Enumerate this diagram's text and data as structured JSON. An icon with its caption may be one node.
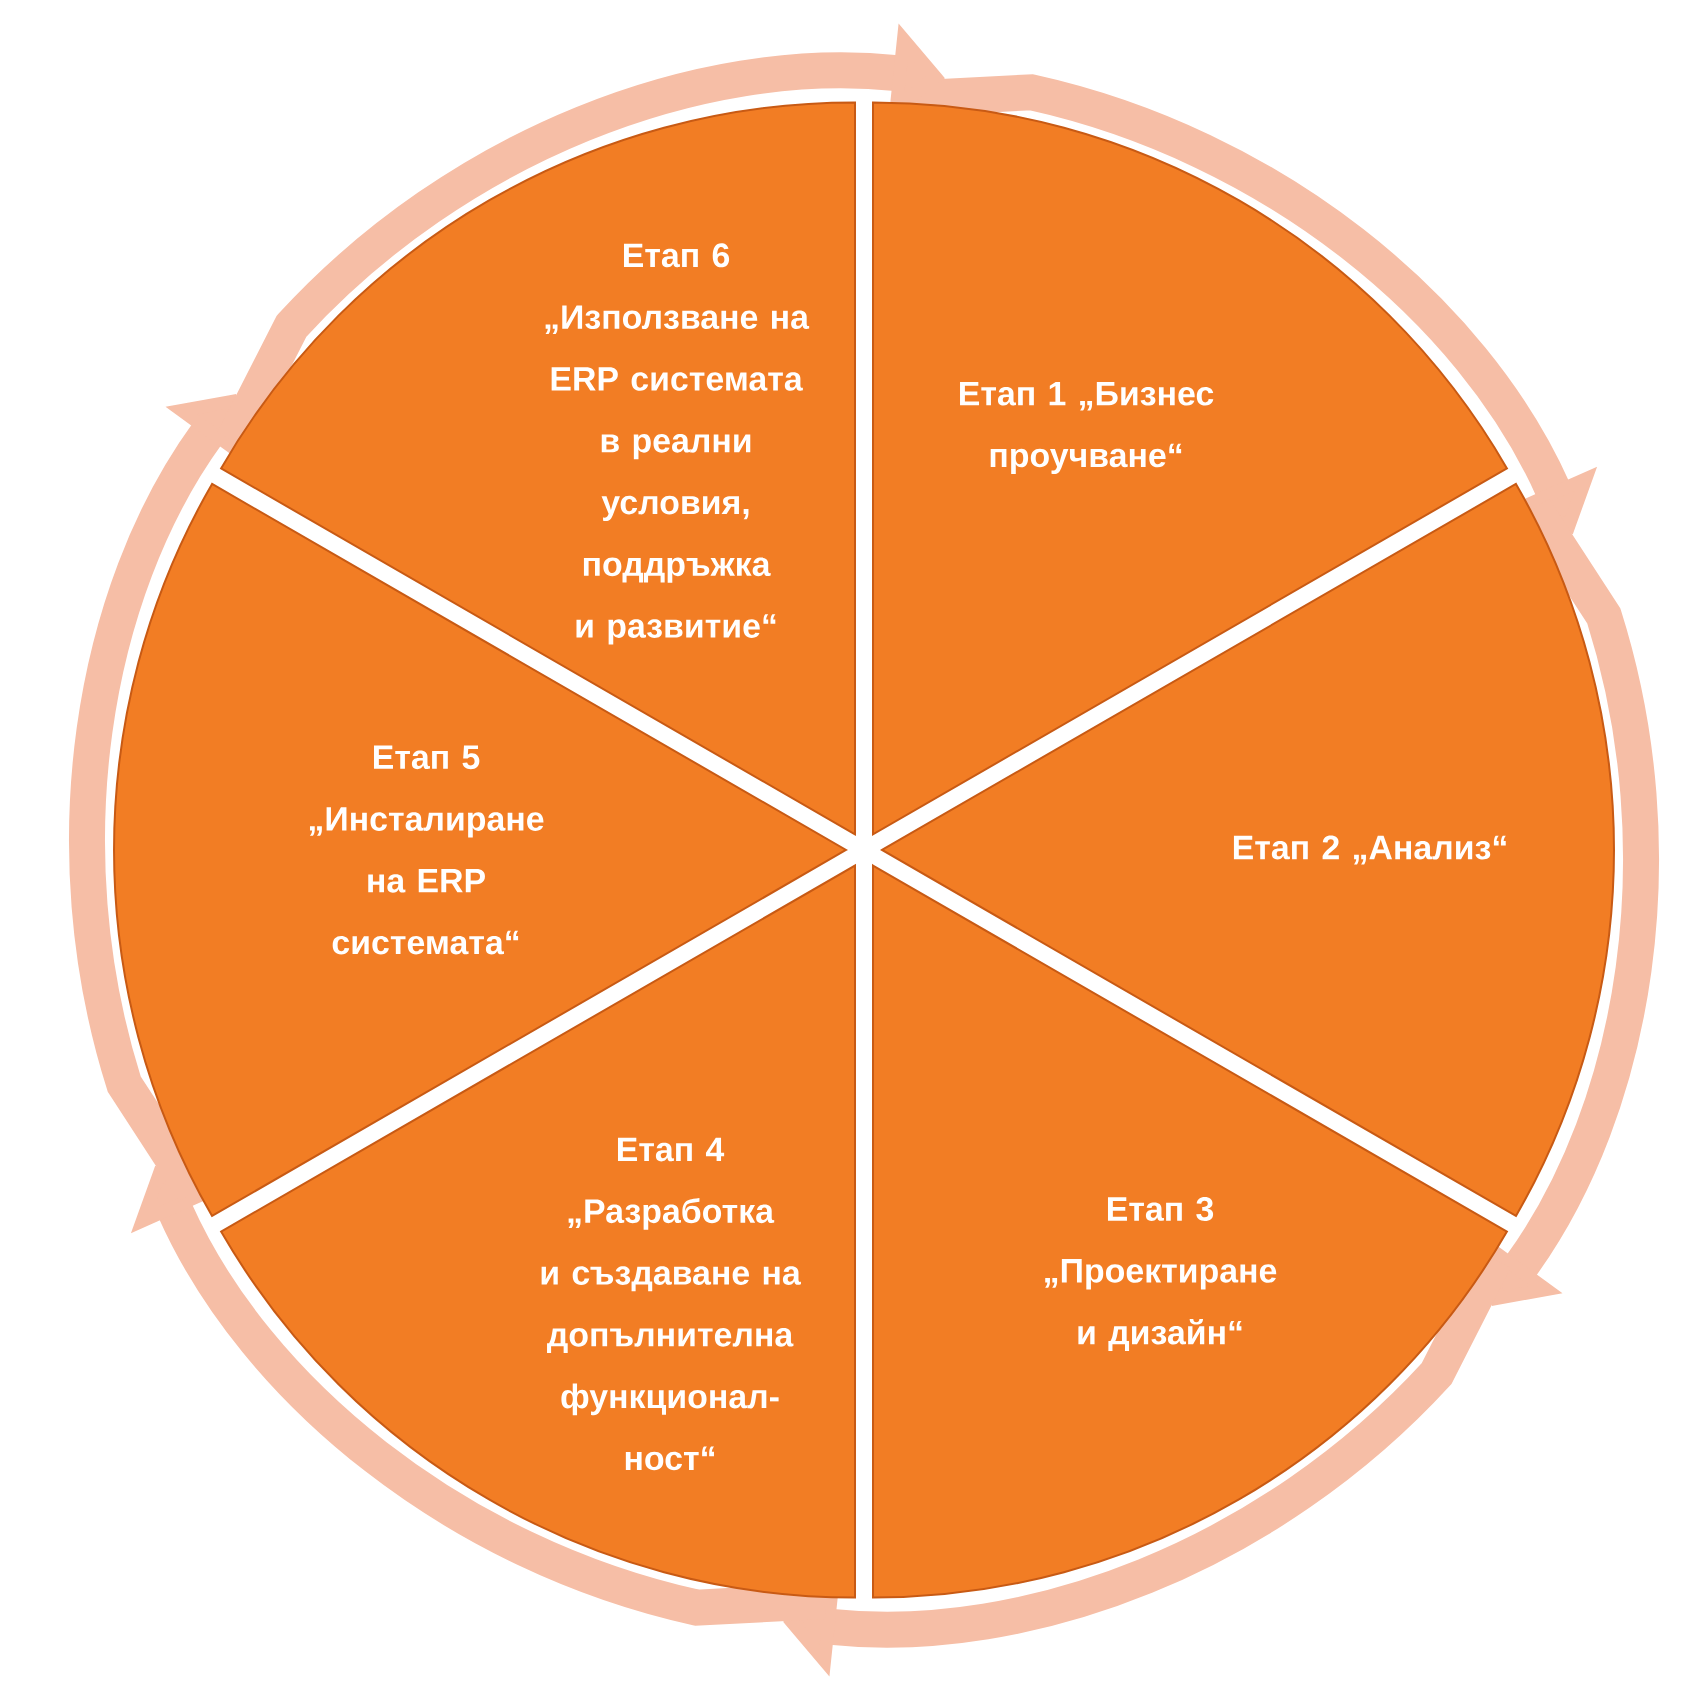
{
  "diagram": {
    "nodes": [
      {
        "text": [
          "Етап 1 „Бизнес проучване“"
        ]
      },
      {
        "text": [
          "Етап 2 „Анализ“"
        ]
      },
      {
        "text": [
          "Етап 3 „Проектиране и дизайн“"
        ]
      },
      {
        "text": [
          "Етап 4 „Разработка и създаване на допълнителна функционал-ност“"
        ]
      },
      {
        "text": [
          "Етап 5 „Инсталиране на ERP системата“"
        ]
      },
      {
        "text": [
          "Етап 6 „Използване на ERP системата в реални условия, поддръжка и развитие“"
        ]
      }
    ],
    "edges": [
      {
        "from": 0,
        "to": 1,
        "arrow": "to"
      },
      {
        "from": 1,
        "to": 2,
        "arrow": "to"
      },
      {
        "from": 2,
        "to": 3,
        "arrow": "to"
      },
      {
        "from": 3,
        "to": 4,
        "arrow": "to"
      },
      {
        "from": 4,
        "to": 5,
        "arrow": "to"
      },
      {
        "from": 5,
        "to": 0,
        "arrow": "to"
      }
    ]
  }
}
